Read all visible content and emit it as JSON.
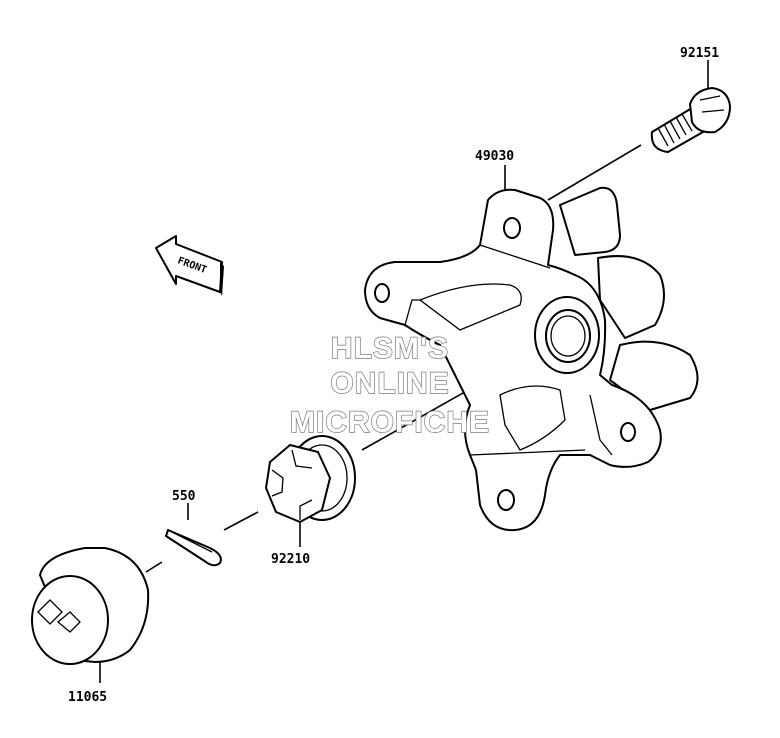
{
  "parts": [
    {
      "id": "p92151",
      "number": "92151"
    },
    {
      "id": "p49030",
      "number": "49030"
    },
    {
      "id": "p550",
      "number": "550"
    },
    {
      "id": "p92210",
      "number": "92210"
    },
    {
      "id": "p11065",
      "number": "11065"
    }
  ],
  "direction_marker": {
    "label": "FRONT"
  },
  "watermark": {
    "line1": "HLSM'S",
    "line2": "ONLINE",
    "line3": "MICROFICHE"
  },
  "colors": {
    "line": "#000000",
    "background": "#ffffff",
    "watermark_outline": "#7a7a7a"
  }
}
